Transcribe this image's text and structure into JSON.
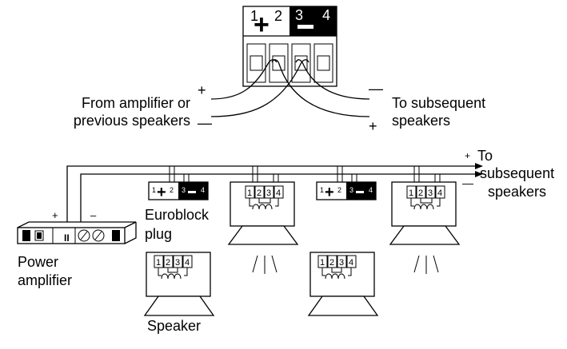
{
  "top_connector": {
    "pin1": "1",
    "pin2": "2",
    "pin3": "3",
    "pin4": "4",
    "plus_symbol": "+",
    "minus_symbol": "—"
  },
  "top_labels": {
    "from_line1": "From amplifier or",
    "from_line2": "previous speakers",
    "to_line1": "To subsequent",
    "to_line2": "speakers",
    "plus": "+",
    "minus": "—"
  },
  "bottom_labels": {
    "to": "To",
    "subsequent": "subsequent",
    "speakers": "speakers",
    "euroblock_line1": "Euroblock",
    "euroblock_line2": "plug",
    "power_line1": "Power",
    "power_line2": "amplifier",
    "speaker": "Speaker",
    "plus": "+",
    "minus": "—",
    "amp_plus": "+",
    "amp_minus": "–",
    "amp_channel": "II"
  },
  "pins": [
    "1",
    "2",
    "3",
    "4"
  ],
  "colors": {
    "ink": "#000000",
    "background": "#ffffff"
  }
}
